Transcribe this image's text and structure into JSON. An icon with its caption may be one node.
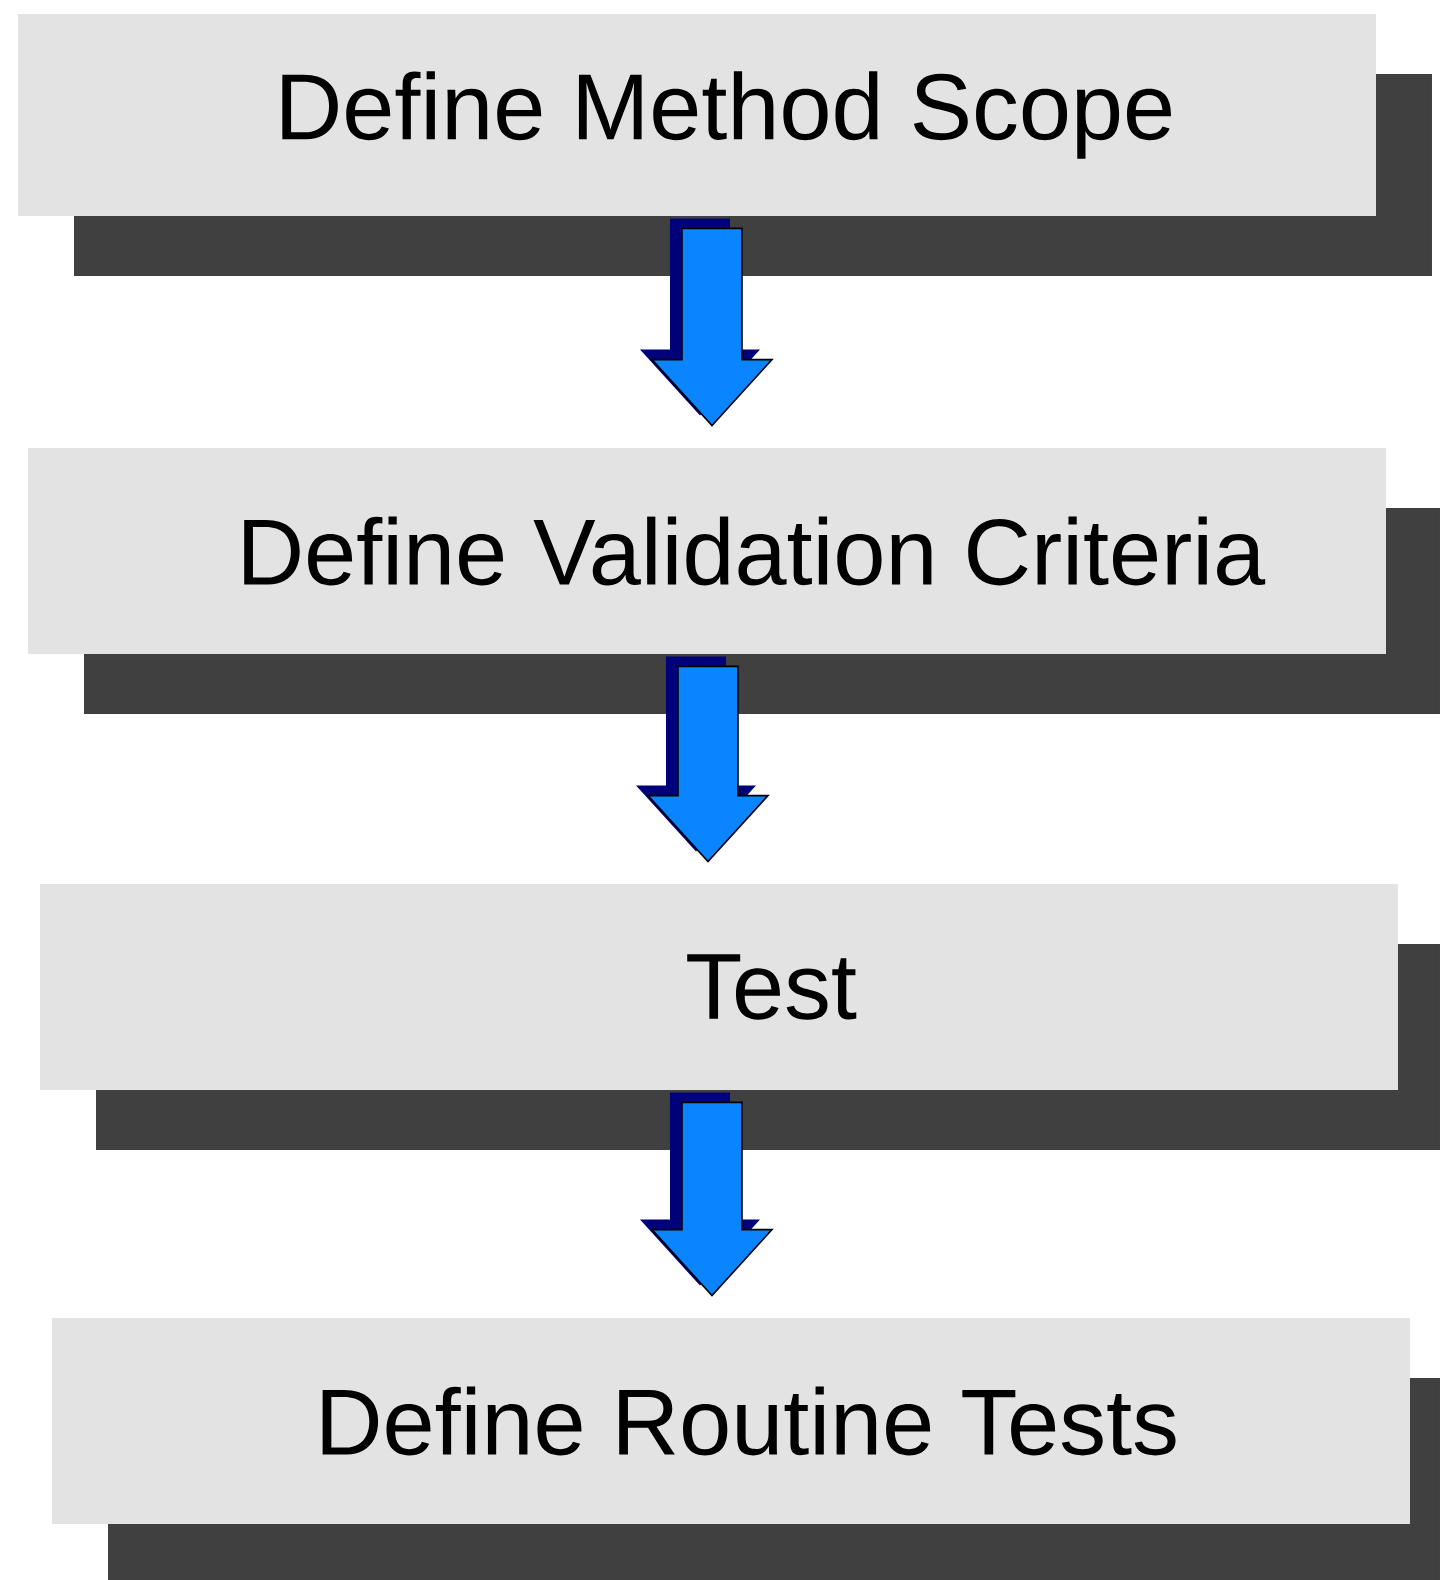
{
  "diagram": {
    "nodes": [
      {
        "text": [
          "Define Method Scope"
        ]
      },
      {
        "text": [
          "Define Validation Criteria"
        ]
      },
      {
        "text": [
          "Test"
        ]
      },
      {
        "text": [
          "Define Routine Tests"
        ]
      }
    ],
    "edges": [
      {
        "from": 0,
        "to": 1,
        "arrow": "to"
      },
      {
        "from": 1,
        "to": 2,
        "arrow": "to"
      },
      {
        "from": 2,
        "to": 3,
        "arrow": "to"
      }
    ]
  }
}
